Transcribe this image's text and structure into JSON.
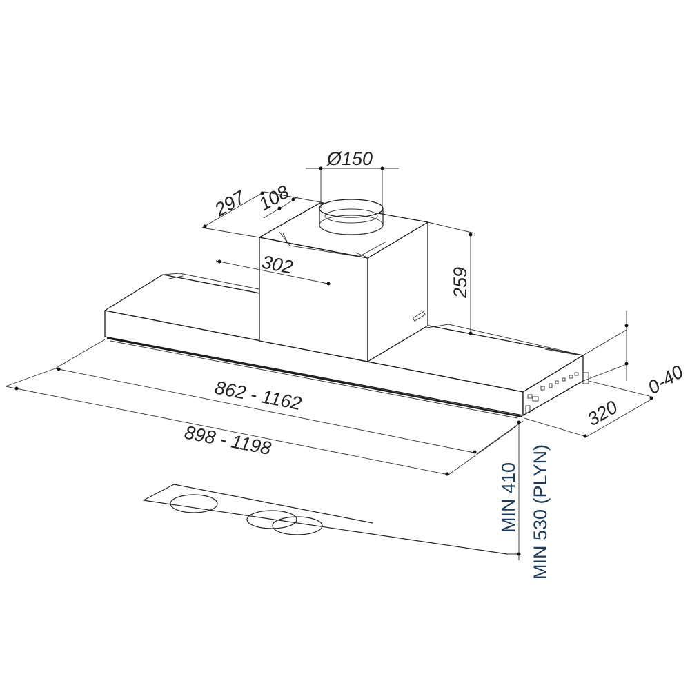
{
  "dimensions": {
    "duct_diameter": "Ø150",
    "depth_297": "297",
    "offset_108": "108",
    "chimney_width": "302",
    "chimney_height": "259",
    "extension_range": "0-40",
    "hood_depth": "320",
    "inner_width": "862 - 1162",
    "outer_width": "898 - 1198"
  },
  "notes": {
    "min_electric": "MIN 410",
    "min_gas": "MIN 530 (PLYN)"
  },
  "colors": {
    "line": "#1a1a1a",
    "dimension_text": "#222222",
    "note_text": "#1c3a5a"
  }
}
